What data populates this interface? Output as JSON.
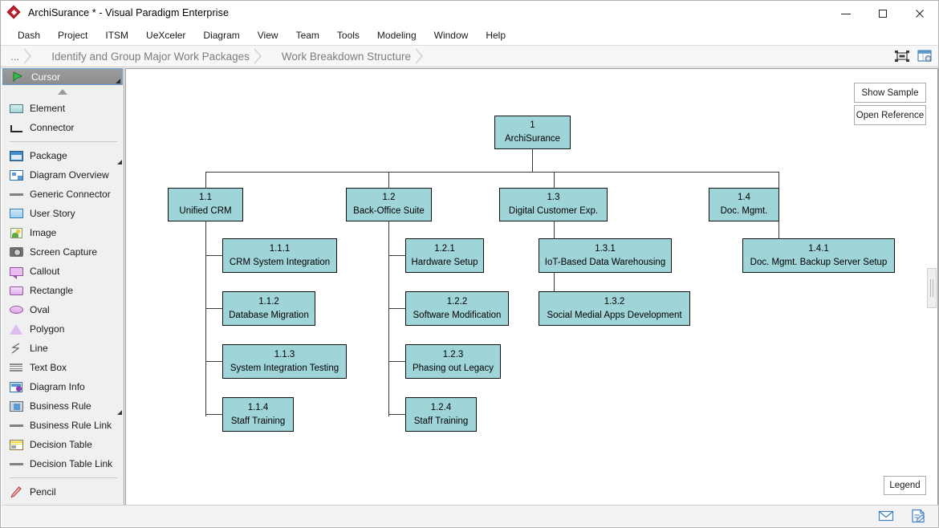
{
  "window": {
    "title": "ArchiSurance * - Visual Paradigm Enterprise",
    "logo_icon": "vp-diamond-logo-icon",
    "minimize_label": "—",
    "maximize_label": "☐",
    "close_label": "✕"
  },
  "menubar": {
    "items": [
      {
        "label": "Dash"
      },
      {
        "label": "Project"
      },
      {
        "label": "ITSM"
      },
      {
        "label": "UeXceler"
      },
      {
        "label": "Diagram"
      },
      {
        "label": "View"
      },
      {
        "label": "Team"
      },
      {
        "label": "Tools"
      },
      {
        "label": "Modeling"
      },
      {
        "label": "Window"
      },
      {
        "label": "Help"
      }
    ]
  },
  "breadcrumb": {
    "items": [
      {
        "label": "..."
      },
      {
        "label": "Identify and Group Major Work Packages"
      },
      {
        "label": "Work Breakdown Structure"
      }
    ],
    "tools": [
      {
        "icon": "fit-to-screen-icon"
      },
      {
        "icon": "diagram-properties-icon"
      }
    ]
  },
  "palette": {
    "scroll_up_icon": "scroll-up-arrow-icon",
    "scroll_down_icon": "scroll-down-arrow-icon",
    "groups": [
      {
        "items": [
          {
            "label": "Cursor",
            "icon": "cursor-icon",
            "selected": true,
            "has_submenu": true
          }
        ]
      },
      {
        "items": [
          {
            "label": "Element",
            "icon": "element-icon",
            "selected": false,
            "has_submenu": false
          },
          {
            "label": "Connector",
            "icon": "connector-icon",
            "selected": false,
            "has_submenu": false
          }
        ]
      },
      {
        "items": [
          {
            "label": "Package",
            "icon": "package-icon",
            "selected": false,
            "has_submenu": true
          },
          {
            "label": "Diagram Overview",
            "icon": "diagram-overview-icon",
            "selected": false,
            "has_submenu": false
          },
          {
            "label": "Generic Connector",
            "icon": "generic-connector-icon",
            "selected": false,
            "has_submenu": false
          },
          {
            "label": "User Story",
            "icon": "user-story-icon",
            "selected": false,
            "has_submenu": false
          },
          {
            "label": "Image",
            "icon": "image-icon",
            "selected": false,
            "has_submenu": false
          },
          {
            "label": "Screen Capture",
            "icon": "screen-capture-icon",
            "selected": false,
            "has_submenu": false
          },
          {
            "label": "Callout",
            "icon": "callout-icon",
            "selected": false,
            "has_submenu": false
          },
          {
            "label": "Rectangle",
            "icon": "rectangle-icon",
            "selected": false,
            "has_submenu": false
          },
          {
            "label": "Oval",
            "icon": "oval-icon",
            "selected": false,
            "has_submenu": false
          },
          {
            "label": "Polygon",
            "icon": "polygon-icon",
            "selected": false,
            "has_submenu": false
          },
          {
            "label": "Line",
            "icon": "line-icon",
            "selected": false,
            "has_submenu": false
          },
          {
            "label": "Text Box",
            "icon": "text-box-icon",
            "selected": false,
            "has_submenu": false
          },
          {
            "label": "Diagram Info",
            "icon": "diagram-info-icon",
            "selected": false,
            "has_submenu": false
          },
          {
            "label": "Business Rule",
            "icon": "business-rule-icon",
            "selected": false,
            "has_submenu": true
          },
          {
            "label": "Business Rule Link",
            "icon": "business-rule-link-icon",
            "selected": false,
            "has_submenu": false
          },
          {
            "label": "Decision Table",
            "icon": "decision-table-icon",
            "selected": false,
            "has_submenu": false
          },
          {
            "label": "Decision Table Link",
            "icon": "decision-table-link-icon",
            "selected": false,
            "has_submenu": false
          }
        ]
      },
      {
        "items": [
          {
            "label": "Pencil",
            "icon": "pencil-icon",
            "selected": false,
            "has_submenu": false
          }
        ]
      }
    ]
  },
  "canvas": {
    "buttons": {
      "show_sample": "Show Sample",
      "open_reference": "Open Reference",
      "legend": "Legend"
    },
    "node_fill": "#9FD4D9",
    "node_border": "#111111",
    "edge_color": "#3A3A3A",
    "nodes": {
      "root": {
        "id": "1",
        "name": "ArchiSurance"
      },
      "n11": {
        "id": "1.1",
        "name": "Unified CRM"
      },
      "n12": {
        "id": "1.2",
        "name": "Back-Office Suite"
      },
      "n13": {
        "id": "1.3",
        "name": "Digital Customer Exp."
      },
      "n14": {
        "id": "1.4",
        "name": "Doc. Mgmt."
      },
      "n111": {
        "id": "1.1.1",
        "name": "CRM System Integration"
      },
      "n112": {
        "id": "1.1.2",
        "name": "Database Migration"
      },
      "n113": {
        "id": "1.1.3",
        "name": "System Integration Testing"
      },
      "n114": {
        "id": "1.1.4",
        "name": "Staff Training"
      },
      "n121": {
        "id": "1.2.1",
        "name": "Hardware Setup"
      },
      "n122": {
        "id": "1.2.2",
        "name": "Software Modification"
      },
      "n123": {
        "id": "1.2.3",
        "name": "Phasing out Legacy"
      },
      "n124": {
        "id": "1.2.4",
        "name": "Staff Training"
      },
      "n131": {
        "id": "1.3.1",
        "name": "IoT-Based Data Warehousing"
      },
      "n132": {
        "id": "1.3.2",
        "name": "Social Medial Apps Development"
      },
      "n141": {
        "id": "1.4.1",
        "name": "Doc. Mgmt. Backup Server Setup"
      }
    }
  },
  "statusbar": {
    "icons": [
      {
        "icon": "mail-icon"
      },
      {
        "icon": "note-edit-icon"
      }
    ]
  }
}
